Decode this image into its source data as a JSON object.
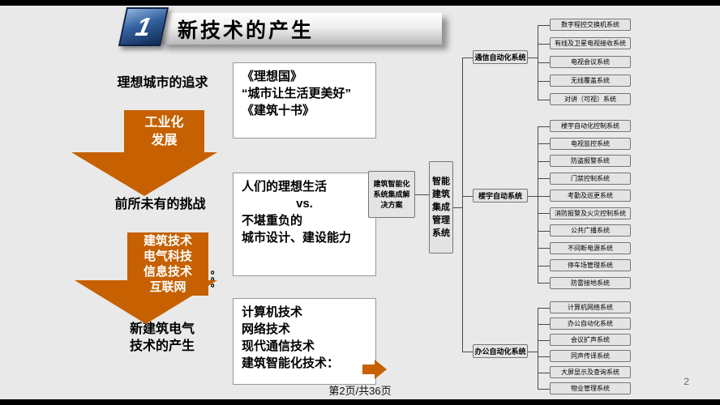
{
  "slide": {
    "badge": "1",
    "title": "新技术的产生",
    "footer": "第2页/共36页",
    "page_number": "2"
  },
  "flow": {
    "step1": "理想城市的追求",
    "arrow1_label": "工业化\n发展",
    "step2": "前所未有的挑战",
    "arrow2_label": "建筑技术\n电气科技\n信息技术\n互联网",
    "dots": "。。。",
    "step3": "新建筑电气\n技术的产生"
  },
  "boxes": {
    "ideal": [
      "《理想国》",
      "“城市让生活更美好”",
      "《建筑十书》"
    ],
    "vs": [
      "人们的理想生活",
      "vs.",
      "不堪重负的",
      "城市设计、建设能力"
    ],
    "tech": [
      "计算机技术",
      "网络技术",
      "现代通信技术",
      "建筑智能化技术："
    ]
  },
  "tree": {
    "solution": "建筑智能化\n系统集成解\n决方案",
    "root": "智能建筑集成管理系统",
    "branches": [
      {
        "label": "通信自动化系统",
        "leaves": [
          "数字程控交换机系统",
          "有线及卫星电视接收系统",
          "电视会议系统",
          "无线覆盖系统",
          "对讲（可视）系统"
        ]
      },
      {
        "label": "楼宇自动系统",
        "leaves": [
          "楼宇自动化控制系统",
          "电视监控系统",
          "防盗报警系统",
          "门禁控制系统",
          "考勤及巡更系统",
          "消防报警及火灾控制系统",
          "公共广播系统",
          "不间断电源系统",
          "停车场管理系统",
          "防雷接地系统"
        ]
      },
      {
        "label": "办公自动化系统",
        "leaves": [
          "计算机网络系统",
          "办公自动化系统",
          "会议扩声系统",
          "同声传译系统",
          "大屏显示及查询系统",
          "物业管理系统"
        ]
      }
    ]
  }
}
